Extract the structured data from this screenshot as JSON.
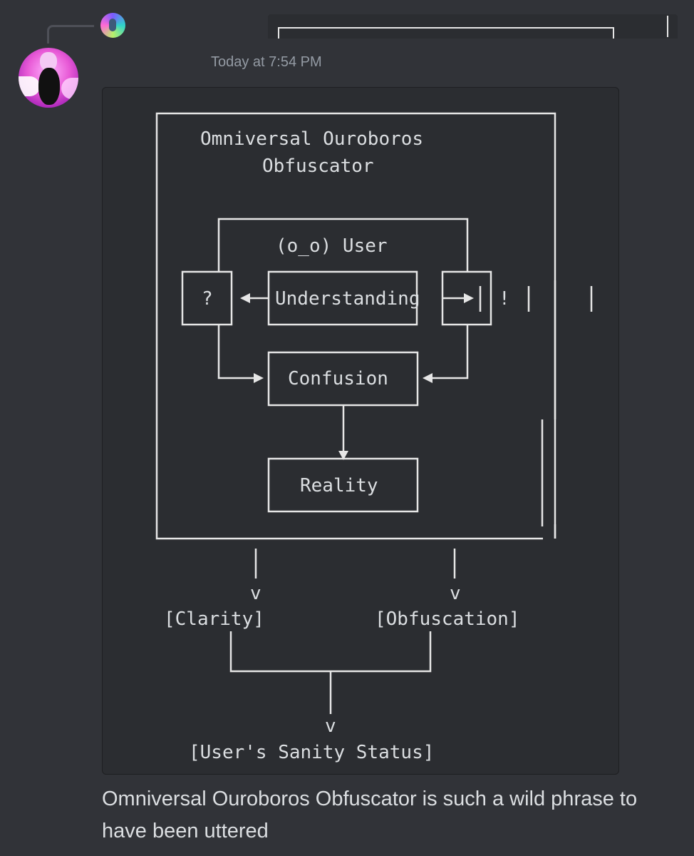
{
  "message": {
    "timestamp": "Today at 7:54 PM",
    "text": "Omniversal Ouroboros Obfuscator is such a wild phrase to have been uttered"
  },
  "diagram": {
    "title_line1": "Omniversal Ouroboros",
    "title_line2": "Obfuscator",
    "user_label": "(o_o) User",
    "question_label": "?",
    "understanding_label": "Understanding",
    "exclaim_label": "!",
    "confusion_label": "Confusion",
    "reality_label": "Reality",
    "arrow_v_left": "v",
    "arrow_v_right": "v",
    "clarity_label": "[Clarity]",
    "obfuscation_label": "[Obfuscation]",
    "arrow_v_bottom": "v",
    "sanity_label": "[User's Sanity Status]"
  },
  "colors": {
    "background": "#313338",
    "codeblock": "#2b2d31",
    "text": "#dbdee1",
    "muted": "#949ba4"
  }
}
